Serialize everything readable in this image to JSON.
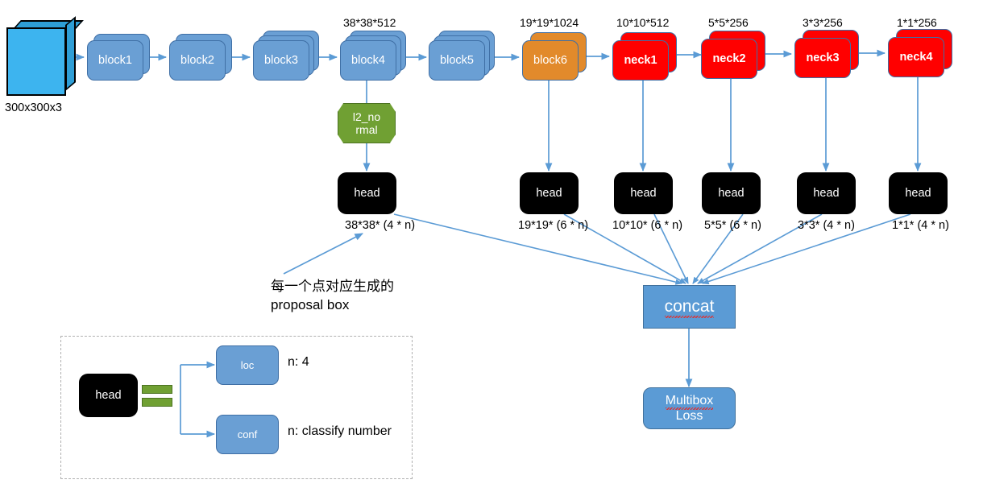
{
  "diagram": {
    "title": "SSD network architecture diagram",
    "input": {
      "caption": "300x300x3",
      "name": "input-image-cube"
    },
    "backbone": [
      {
        "label": "block1",
        "dim": "",
        "color": "#6A9FD4",
        "layers": 2
      },
      {
        "label": "block2",
        "dim": "",
        "color": "#6A9FD4",
        "layers": 2
      },
      {
        "label": "block3",
        "dim": "",
        "color": "#6A9FD4",
        "layers": 3
      },
      {
        "label": "block4",
        "dim": "38*38*512",
        "color": "#6A9FD4",
        "layers": 3
      },
      {
        "label": "block5",
        "dim": "",
        "color": "#6A9FD4",
        "layers": 3
      },
      {
        "label": "block6",
        "dim": "19*19*1024",
        "color": "#E28A2B",
        "layers": 2
      },
      {
        "label": "neck1",
        "dim": "10*10*512",
        "color": "#FF0000",
        "layers": 2
      },
      {
        "label": "neck2",
        "dim": "5*5*256",
        "color": "#FF0000",
        "layers": 2
      },
      {
        "label": "neck3",
        "dim": "3*3*256",
        "color": "#FF0000",
        "layers": 2
      },
      {
        "label": "neck4",
        "dim": "1*1*256",
        "color": "#FF0000",
        "layers": 2
      }
    ],
    "l2_normal": {
      "label": "l2_no\nrmal",
      "color": "#70A033"
    },
    "heads": [
      {
        "label": "head",
        "output": "38*38* (4 * n)"
      },
      {
        "label": "head",
        "output": "19*19* (6 * n)"
      },
      {
        "label": "head",
        "output": "10*10* (6 * n)"
      },
      {
        "label": "head",
        "output": "5*5* (6 * n)"
      },
      {
        "label": "head",
        "output": "3*3* (4 * n)"
      },
      {
        "label": "head",
        "output": "1*1* (4 * n)"
      }
    ],
    "annotation": {
      "text": "每一个点对应生成的\nproposal box"
    },
    "concat": {
      "label": "concat"
    },
    "loss": {
      "line1": "Multibox",
      "line2": "Loss"
    },
    "legend": {
      "head_label": "head",
      "equals_icon": "equals-icon",
      "loc_label": "loc",
      "conf_label": "conf",
      "loc_note": "n: 4",
      "conf_note": "n: classify number"
    },
    "colors": {
      "blue_block": "#6A9FD4",
      "blue_border": "#3F6FA5",
      "orange_block": "#E28A2B",
      "red_block": "#FF0000",
      "green_block": "#70A033",
      "black_head": "#000000",
      "flat_blue": "#5B9BD5",
      "cube_blue": "#3DB4EF",
      "arrow": "#5B9BD5"
    }
  }
}
